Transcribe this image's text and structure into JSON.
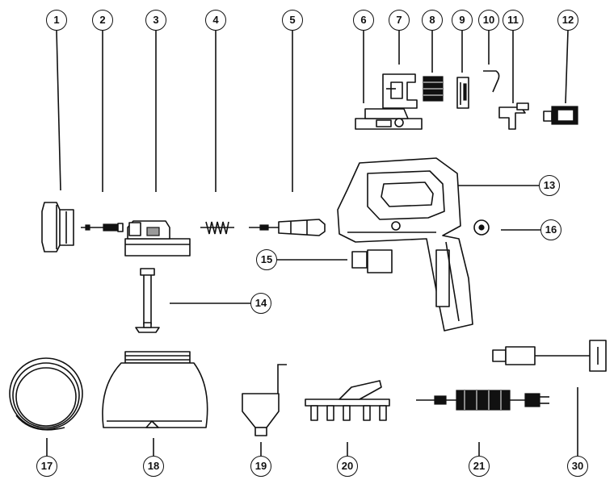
{
  "diagram": {
    "callouts": [
      {
        "id": "c1",
        "text": "1"
      },
      {
        "id": "c2",
        "text": "2"
      },
      {
        "id": "c3",
        "text": "3"
      },
      {
        "id": "c4",
        "text": "4"
      },
      {
        "id": "c5",
        "text": "5"
      },
      {
        "id": "c6",
        "text": "6"
      },
      {
        "id": "c7",
        "text": "7"
      },
      {
        "id": "c8",
        "text": "8"
      },
      {
        "id": "c9",
        "text": "9"
      },
      {
        "id": "c10",
        "text": "10"
      },
      {
        "id": "c11",
        "text": "11"
      },
      {
        "id": "c12",
        "text": "12"
      },
      {
        "id": "c13",
        "text": "13"
      },
      {
        "id": "c14",
        "text": "14"
      },
      {
        "id": "c15",
        "text": "15"
      },
      {
        "id": "c16",
        "text": "16"
      },
      {
        "id": "c17",
        "text": "17"
      },
      {
        "id": "c18",
        "text": "18"
      },
      {
        "id": "c19",
        "text": "19"
      },
      {
        "id": "c20",
        "text": "20"
      },
      {
        "id": "c21",
        "text": "21"
      },
      {
        "id": "c30",
        "text": "30"
      }
    ]
  }
}
